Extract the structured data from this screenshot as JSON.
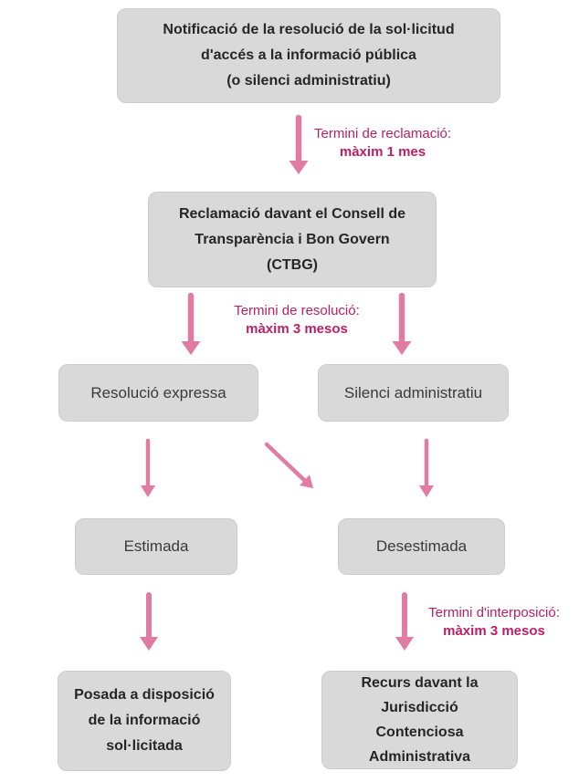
{
  "colors": {
    "box_bg": "#d9d9d9",
    "box_border": "#cccccc",
    "box_text": "#262626",
    "box_text_regular": "#3a3a3a",
    "arrow": "#e07ba3",
    "label_text": "#bb2065"
  },
  "nodes": {
    "notificacio": {
      "lines": [
        "Notificació de la resolució de la sol·licitud",
        "d'accés a la informació pública",
        "(o silenci administratiu)"
      ]
    },
    "reclamacio_ctbg": {
      "lines": [
        "Reclamació davant el Consell de",
        "Transparència i Bon Govern",
        "(CTBG)"
      ]
    },
    "resolucio_expressa": {
      "label": "Resolució expressa"
    },
    "silenci_administratiu": {
      "label": "Silenci administratiu"
    },
    "estimada": {
      "label": "Estimada"
    },
    "desestimada": {
      "label": "Desestimada"
    },
    "posada_disposicio": {
      "lines": [
        "Posada a disposició",
        "de la informació",
        "sol·licitada"
      ]
    },
    "recurs_jurisdiccio": {
      "lines": [
        "Recurs davant la",
        "Jurisdicció",
        "Contenciosa",
        "Administrativa"
      ]
    }
  },
  "labels": {
    "reclamacio": {
      "line1": "Termini de reclamació:",
      "line2": "màxim 1 mes"
    },
    "resolucio": {
      "line1": "Termini de resolució:",
      "line2": "màxim 3 mesos"
    },
    "interposicio": {
      "line1": "Termini d'interposició:",
      "line2": "màxim 3 mesos"
    }
  },
  "icons": {
    "arrow_style": "down-arrow-pink"
  }
}
